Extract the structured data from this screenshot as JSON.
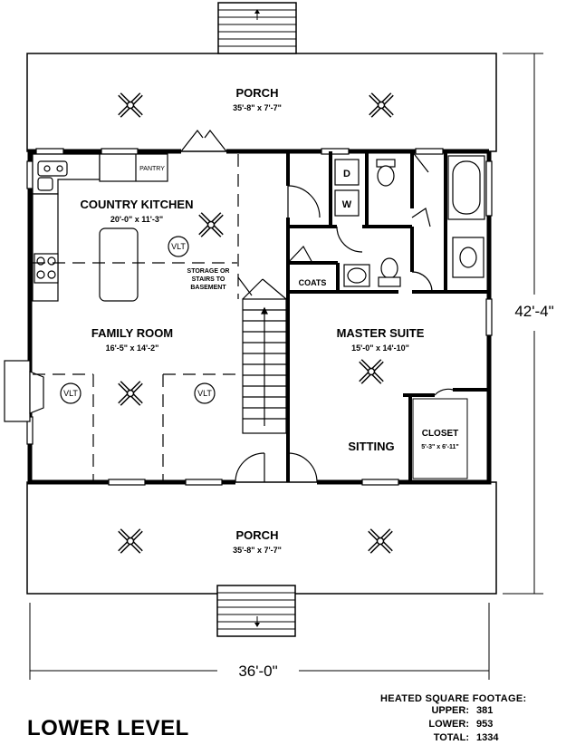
{
  "rooms": {
    "porch_top": {
      "name": "PORCH",
      "dims": "35'-8\" x 7'-7\""
    },
    "porch_bottom": {
      "name": "PORCH",
      "dims": "35'-8\" x 7'-7\""
    },
    "kitchen": {
      "name": "COUNTRY KITCHEN",
      "dims": "20'-0\" x 11'-3\""
    },
    "family": {
      "name": "FAMILY ROOM",
      "dims": "16'-5\" x 14'-2\""
    },
    "master": {
      "name": "MASTER SUITE",
      "dims": "15'-0\" x 14'-10\""
    },
    "closet": {
      "name": "CLOSET",
      "dims": "5'-3\" x 6'-11\""
    },
    "sitting": {
      "name": "SITTING"
    }
  },
  "labels": {
    "pantry": "PANTRY",
    "coats": "COATS",
    "dryer": "D",
    "washer": "W",
    "vlt": "VLT",
    "storage_line1": "STORAGE OR",
    "storage_line2": "STAIRS TO",
    "storage_line3": "BASEMENT"
  },
  "dimensions": {
    "width": "36'-0\"",
    "depth": "42'-4\""
  },
  "footage": {
    "title": "HEATED SQUARE FOOTAGE:",
    "rows": [
      {
        "label": "UPPER:",
        "value": "381"
      },
      {
        "label": "LOWER:",
        "value": "953"
      },
      {
        "label": "TOTAL:",
        "value": "1334"
      }
    ]
  },
  "level_title": "LOWER LEVEL"
}
